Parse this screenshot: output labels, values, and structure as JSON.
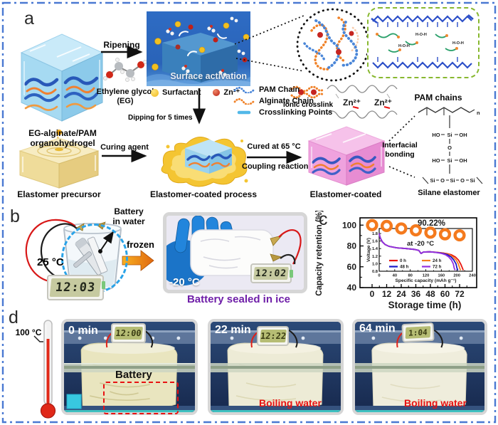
{
  "border_color": "#4a79d2",
  "panels": {
    "a": "a",
    "b": "b",
    "c": "c",
    "d": "d"
  },
  "chart_data": {
    "type": "scatter",
    "xlabel": "Storage time (h)",
    "ylabel": "Capacity retention (%)",
    "xticks": [
      0,
      12,
      24,
      36,
      48,
      60,
      72
    ],
    "yticks": [
      40,
      60,
      80,
      100
    ],
    "xlim": [
      -10,
      78
    ],
    "ylim": [
      40,
      107
    ],
    "x": [
      0,
      12,
      24,
      36,
      48,
      60,
      72
    ],
    "y": [
      100,
      99.2,
      96.8,
      95.0,
      92.8,
      91.2,
      90.22
    ],
    "marker_color": "#f47a1e",
    "grid": false,
    "legend_position": "none",
    "annotation": {
      "text": "90.22%",
      "color": "#2a2ad0"
    },
    "inset": {
      "type": "line",
      "xlabel": "Specific capacity (mAh g⁻¹)",
      "ylabel": "Voltage (V)",
      "xticks": [
        0,
        40,
        80,
        120,
        160,
        200,
        240
      ],
      "yticks": [
        0.8,
        1.0,
        1.2,
        1.4,
        1.6,
        1.8
      ],
      "xlim": [
        0,
        240
      ],
      "ylim": [
        0.8,
        1.85
      ],
      "annotation": {
        "text": "at -20 °C",
        "color": "#2ab2e8"
      },
      "legend_order": [
        "0 h",
        "48 h",
        "24 h",
        "72 h"
      ],
      "series": [
        {
          "name": "0 h",
          "color": "#e8150d",
          "points": [
            [
              0,
              1.79
            ],
            [
              3,
              1.68
            ],
            [
              8,
              1.58
            ],
            [
              15,
              1.51
            ],
            [
              25,
              1.46
            ],
            [
              45,
              1.42
            ],
            [
              70,
              1.4
            ],
            [
              90,
              1.38
            ],
            [
              102,
              1.35
            ],
            [
              108,
              1.27
            ],
            [
              114,
              1.31
            ],
            [
              130,
              1.315
            ],
            [
              150,
              1.3
            ],
            [
              163,
              1.285
            ],
            [
              175,
              1.265
            ],
            [
              186,
              1.235
            ],
            [
              196,
              1.18
            ],
            [
              204,
              1.1
            ],
            [
              210,
              0.99
            ],
            [
              214,
              0.89
            ],
            [
              216,
              0.84
            ]
          ]
        },
        {
          "name": "24 h",
          "color": "#f57f1e",
          "points": [
            [
              0,
              1.79
            ],
            [
              3,
              1.68
            ],
            [
              8,
              1.58
            ],
            [
              15,
              1.51
            ],
            [
              25,
              1.46
            ],
            [
              45,
              1.42
            ],
            [
              70,
              1.4
            ],
            [
              90,
              1.38
            ],
            [
              102,
              1.35
            ],
            [
              108,
              1.27
            ],
            [
              114,
              1.31
            ],
            [
              130,
              1.315
            ],
            [
              148,
              1.3
            ],
            [
              160,
              1.285
            ],
            [
              171,
              1.265
            ],
            [
              181,
              1.235
            ],
            [
              190,
              1.18
            ],
            [
              198,
              1.1
            ],
            [
              204,
              0.99
            ],
            [
              207,
              0.89
            ],
            [
              209,
              0.84
            ]
          ]
        },
        {
          "name": "48 h",
          "color": "#1818c8",
          "points": [
            [
              0,
              1.79
            ],
            [
              3,
              1.68
            ],
            [
              8,
              1.58
            ],
            [
              15,
              1.51
            ],
            [
              25,
              1.46
            ],
            [
              45,
              1.42
            ],
            [
              70,
              1.4
            ],
            [
              90,
              1.38
            ],
            [
              102,
              1.35
            ],
            [
              108,
              1.27
            ],
            [
              114,
              1.31
            ],
            [
              130,
              1.315
            ],
            [
              146,
              1.3
            ],
            [
              157,
              1.285
            ],
            [
              167,
              1.265
            ],
            [
              176,
              1.235
            ],
            [
              185,
              1.18
            ],
            [
              192,
              1.1
            ],
            [
              198,
              0.99
            ],
            [
              200,
              0.89
            ],
            [
              202,
              0.84
            ]
          ]
        },
        {
          "name": "72 h",
          "color": "#9430e0",
          "points": [
            [
              0,
              1.79
            ],
            [
              3,
              1.68
            ],
            [
              8,
              1.58
            ],
            [
              15,
              1.51
            ],
            [
              25,
              1.46
            ],
            [
              45,
              1.42
            ],
            [
              70,
              1.4
            ],
            [
              90,
              1.38
            ],
            [
              102,
              1.35
            ],
            [
              108,
              1.27
            ],
            [
              114,
              1.31
            ],
            [
              130,
              1.315
            ],
            [
              144,
              1.3
            ],
            [
              154,
              1.285
            ],
            [
              163,
              1.265
            ],
            [
              171,
              1.235
            ],
            [
              179,
              1.18
            ],
            [
              186,
              1.1
            ],
            [
              191,
              0.99
            ],
            [
              193,
              0.89
            ],
            [
              195,
              0.84
            ]
          ]
        }
      ]
    }
  },
  "panel_a": {
    "hydrogel_caption": [
      "EG-alginate/PAM",
      "organohydrogel"
    ],
    "ripening_label": "Ripening",
    "eg_caption": [
      "Ethylene glycol",
      "(EG)"
    ],
    "surface_activation_label": "Surface activation",
    "surfactant_label": "Surfactant",
    "zn_label": "Zn²⁺",
    "chain_legend": [
      {
        "label": "PAM Chain",
        "color": "#4a86d8"
      },
      {
        "label": "Alginate Chain",
        "color": "#f08228"
      },
      {
        "label": "Crosslinking Points",
        "color": "#52b8e8"
      }
    ],
    "ionic_crosslink_label": "ionic crosslink",
    "zn_pair": [
      "Zn²⁺",
      "Zn²⁺"
    ],
    "pam_chains_label": "PAM chains",
    "water_label": "H-O-H",
    "precursor_caption": "Elastomer precursor",
    "curing_agent_label": "Curing agent",
    "dipping_label": "Dipping for 5 times",
    "coated_process_caption": "Elastomer-coated process",
    "cured_label": "Cured at 65 °C",
    "coupling_label": "Coupling reaction",
    "coated_caption": "Elastomer-coated",
    "interfacial_label": [
      "Interfacial",
      "bonding"
    ],
    "silane_caption": "Silane elastomer",
    "silane_atoms": [
      "n",
      "HO",
      "Si",
      "OH",
      "O",
      "HO",
      "Si",
      "OH",
      "Si",
      "O",
      "Si",
      "O",
      "Si"
    ]
  },
  "panel_b": {
    "battery_label": [
      "Battery",
      "in water"
    ],
    "temp_left": "25 °C",
    "clock_left": "12:03",
    "frozen_label": "frozen",
    "temp_right": "-20 °C",
    "clock_right": "12:02",
    "caption": "Battery sealed in ice",
    "caption_color": "#6f1fa8"
  },
  "panel_d": {
    "thermo_label": "100 °C",
    "photos": [
      {
        "time": "0 min",
        "clock": "12:00",
        "note": "Battery",
        "note_color": "#111111"
      },
      {
        "time": "22 min",
        "clock": "12:22",
        "note": "Boiling water",
        "note_color": "#e81212"
      },
      {
        "time": "64 min",
        "clock": "1:04",
        "note": "Boiling water",
        "note_color": "#e81212"
      }
    ]
  }
}
